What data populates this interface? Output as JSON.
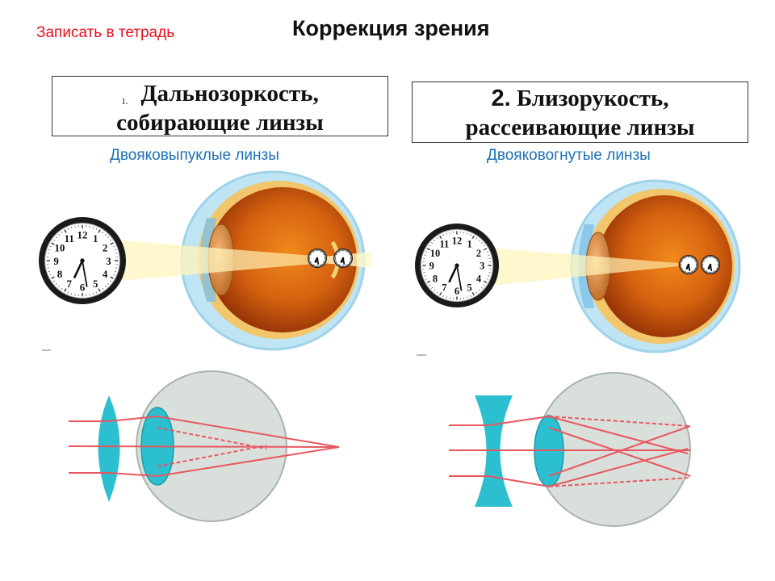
{
  "note": "Записать  в тетрадь",
  "title": "Коррекция зрения",
  "left": {
    "number": "1.",
    "heading_line1": "Дальнозоркость,",
    "heading_line2": "собирающие линзы",
    "subtitle": "Двояковыпуклые линзы"
  },
  "right": {
    "number": "2.",
    "heading_line1": " Близорукость,",
    "heading_line2": "рассеивающие линзы",
    "subtitle": "Двояковогнутые линзы"
  },
  "clock": {
    "numerals": [
      "12",
      "1",
      "2",
      "3",
      "4",
      "5",
      "6",
      "7",
      "8",
      "9",
      "10",
      "11"
    ]
  },
  "colors": {
    "note": "#e8111e",
    "subtitle": "#1d6fb8",
    "lens": "#2bbfcf",
    "ray": "#e8575e",
    "eyeball": "#d9e0db"
  }
}
